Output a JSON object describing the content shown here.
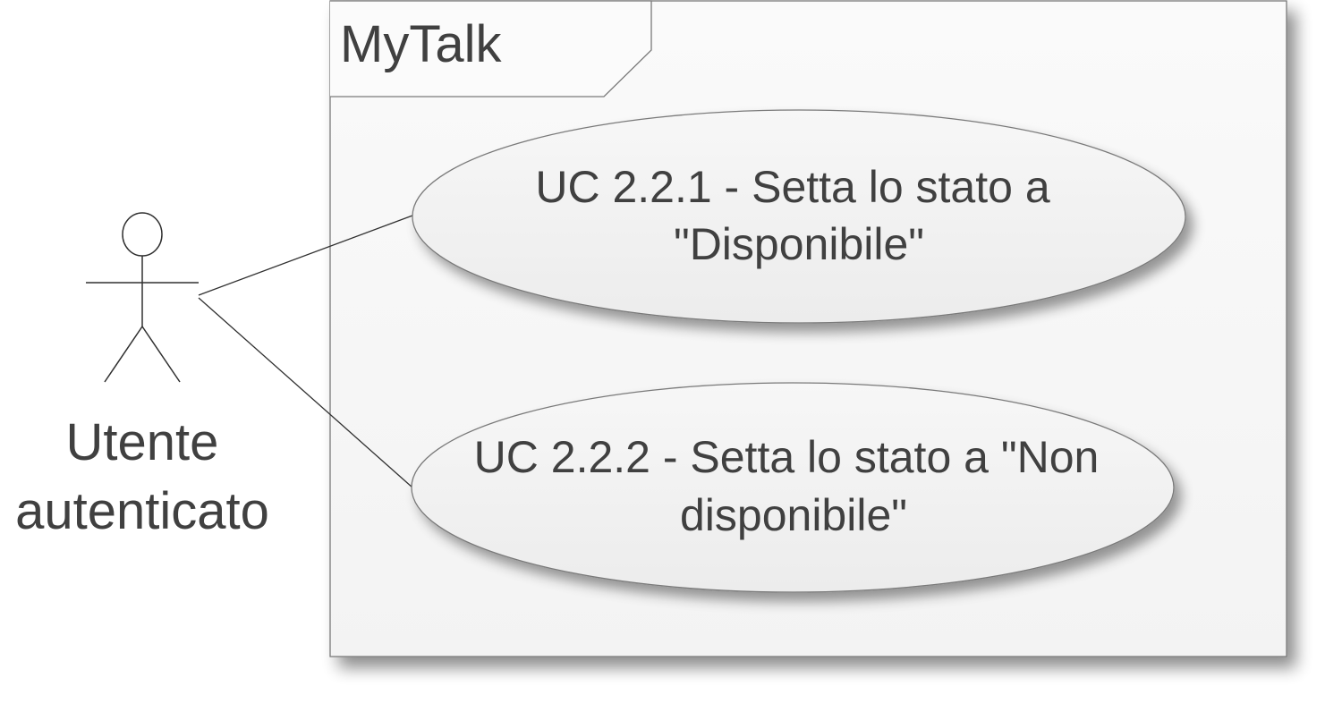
{
  "system": {
    "name": "MyTalk"
  },
  "actor": {
    "name_line1": "Utente",
    "name_line2": "autenticato"
  },
  "use_cases": [
    {
      "line1": "UC 2.2.1 - Setta lo stato a",
      "line2": "\"Disponibile\""
    },
    {
      "line1": "UC 2.2.2 - Setta lo stato a \"Non",
      "line2": "disponibile\""
    }
  ]
}
